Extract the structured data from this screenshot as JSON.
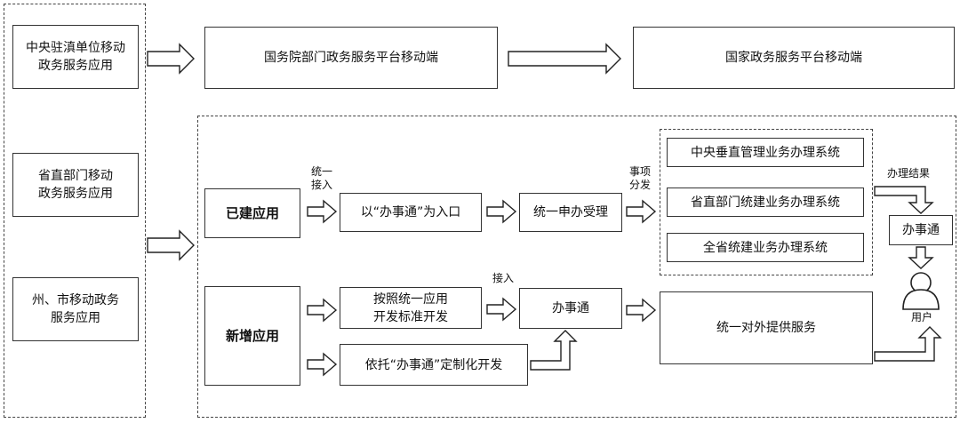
{
  "left": {
    "central_units": "中央驻滇单位移动\n政务服务应用",
    "provincial_depts": "省直部门移动\n政务服务应用",
    "prefecture_city": "州、市移动政务\n服务应用"
  },
  "top": {
    "state_council": "国务院部门政务服务平台移动端",
    "national": "国家政务服务平台移动端"
  },
  "built": {
    "title": "已建应用",
    "access_label": "统一\n接入",
    "entry": "以“办事通”为入口",
    "unified": "统一申办受理",
    "dispatch_label": "事项\n分发"
  },
  "systems": [
    "中央垂直管理业务办理系统",
    "省直部门统建业务办理系统",
    "全省统建业务办理系统"
  ],
  "new": {
    "title": "新增应用",
    "standard_dev": "按照统一应用\n开发标准开发",
    "custom_dev": "依托“办事通”定制化开发",
    "access_label": "接入",
    "banshitong": "办事通",
    "external": "统一对外提供服务"
  },
  "right": {
    "result_label": "办理结果",
    "banshitong": "办事通",
    "user_label": "用户"
  }
}
